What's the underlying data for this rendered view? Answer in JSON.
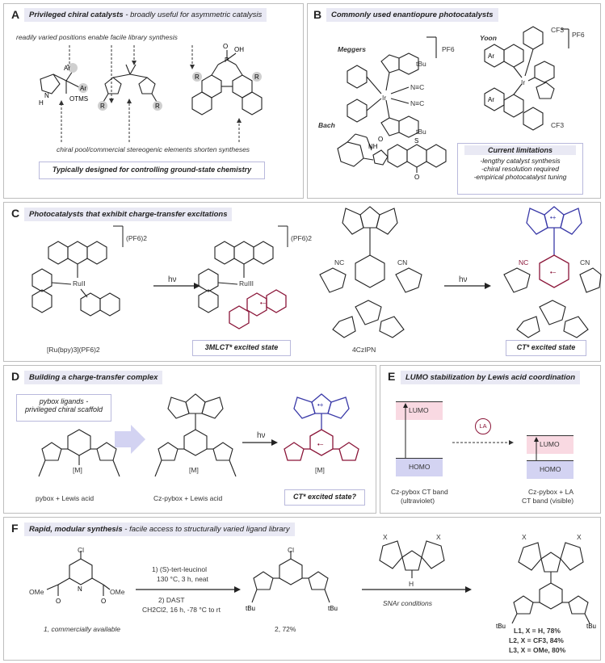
{
  "panelA": {
    "letter": "A",
    "title_bold": "Privileged chiral catalysts",
    "title_rest": " - broadly useful for asymmetric catalysis",
    "note_top": "readily varied positions enable facile library synthesis",
    "note_bottom": "chiral pool/commercial stereogenic elements shorten syntheses",
    "box": "Typically designed for controlling ground-state chemistry",
    "labels": {
      "ar1": "Ar",
      "ar2": "Ar",
      "otms": "OTMS",
      "nh": "N",
      "h": "H",
      "r": "R",
      "o": "O",
      "oh": "OH",
      "p": "P"
    }
  },
  "panelB": {
    "letter": "B",
    "title": "Commonly used enantiopure photocatalysts",
    "meggers": "Meggers",
    "yoon": "Yoon",
    "bach": "Bach",
    "pf6": "PF6",
    "cf3": "CF3",
    "tbu": "tBu",
    "ir": "Ir",
    "nc": "N≡C",
    "limits_title": "Current limitations",
    "limits": [
      "-lengthy catalyst synthesis",
      "-chiral resolution required",
      "-empirical photocatalyst tuning"
    ]
  },
  "panelC": {
    "letter": "C",
    "title": "Photocatalysts that exhibit charge-transfer excitations",
    "pf62": "(PF6)2",
    "ru2": "RuII",
    "ru3": "RuIII",
    "hv": "hν",
    "label1": "[Ru(bpy)3](PF6)2",
    "label2": "3MLCT* excited state",
    "label3": "4CzIPN",
    "label4": "CT* excited state",
    "cn": "CN",
    "nc": "NC"
  },
  "panelD": {
    "letter": "D",
    "title": "Building a charge-transfer complex",
    "box": [
      "pybox ligands  -",
      "privileged chiral scaffold"
    ],
    "m": "[M]",
    "hv": "hν",
    "label1": "pybox + Lewis acid",
    "label2": "Cz-pybox + Lewis acid",
    "label3": "CT* excited state?"
  },
  "panelE": {
    "letter": "E",
    "title": "LUMO stabilization by Lewis acid coordination",
    "lumo": "LUMO",
    "homo": "HOMO",
    "la": "LA",
    "label1": [
      "Cz-pybox CT band",
      "(ultraviolet)"
    ],
    "label2": [
      "Cz-pybox + LA",
      "CT band (visible)"
    ],
    "colors": {
      "lumo": "#f9d9e2",
      "homo": "#d3d3f2"
    }
  },
  "panelF": {
    "letter": "F",
    "title_bold": "Rapid, modular synthesis",
    "title_rest": " - facile access to structurally varied ligand library",
    "cond1": [
      "1) (S)-tert-leucinol",
      "130 °C, 3 h, neat",
      "2) DAST",
      "CH2Cl2, 16 h,  -78 °C to rt"
    ],
    "cond2": "SNAr conditions",
    "sm": "1, commercially available",
    "int": "2, 72%",
    "products": [
      "L1, X = H, 78%",
      "L2, X = CF3, 84%",
      "L3, X = OMe, 80%"
    ],
    "cl": "Cl",
    "ome": "OMe",
    "x": "X",
    "nh": "H"
  }
}
